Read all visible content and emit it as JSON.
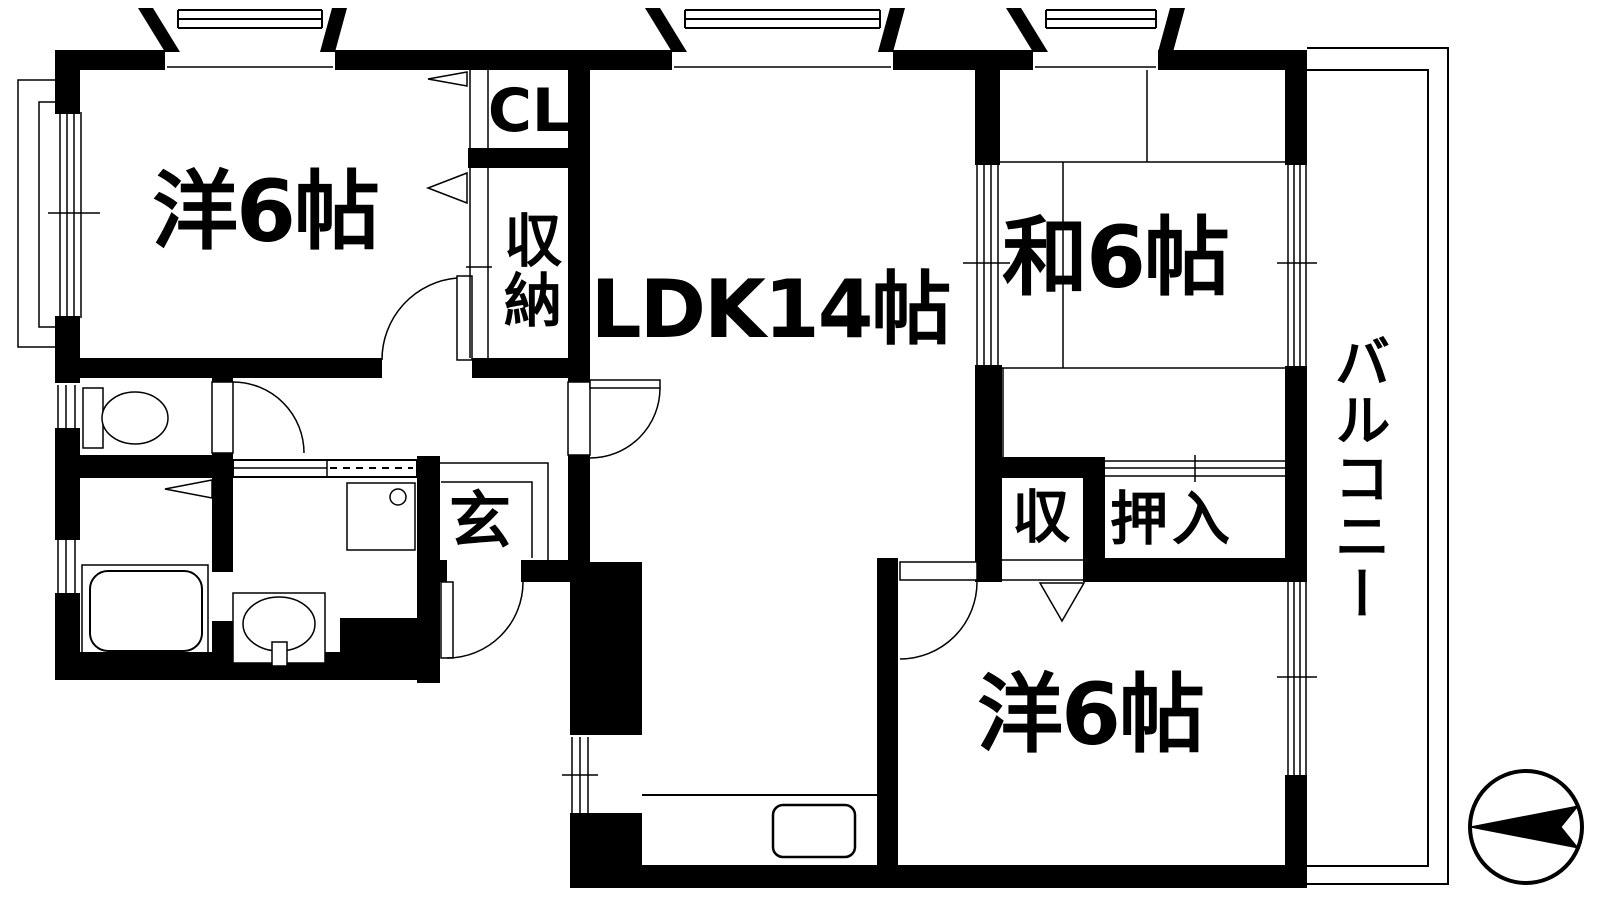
{
  "plan_title": "apartment-floor-plan-3LDK",
  "rooms": {
    "room1": {
      "label": "洋6帖"
    },
    "ldk": {
      "label": "LDK14帖"
    },
    "washitsu": {
      "label": "和6帖"
    },
    "room2": {
      "label": "洋6帖"
    },
    "cl": {
      "label": "CL"
    },
    "shuno": {
      "label": "収納"
    },
    "shu": {
      "label": "収"
    },
    "oshiire": {
      "label": "押入"
    },
    "genkan": {
      "label": "玄"
    },
    "balcony": {
      "label": "バルコニー"
    }
  },
  "icons": {
    "compass": "north-arrow-pointing-left",
    "fixtures": [
      "toilet",
      "bathtub",
      "washbasin",
      "washing-machine-pan",
      "kitchen-sink"
    ]
  },
  "colors": {
    "wall": "#000000",
    "background": "#ffffff",
    "line": "#000000"
  }
}
